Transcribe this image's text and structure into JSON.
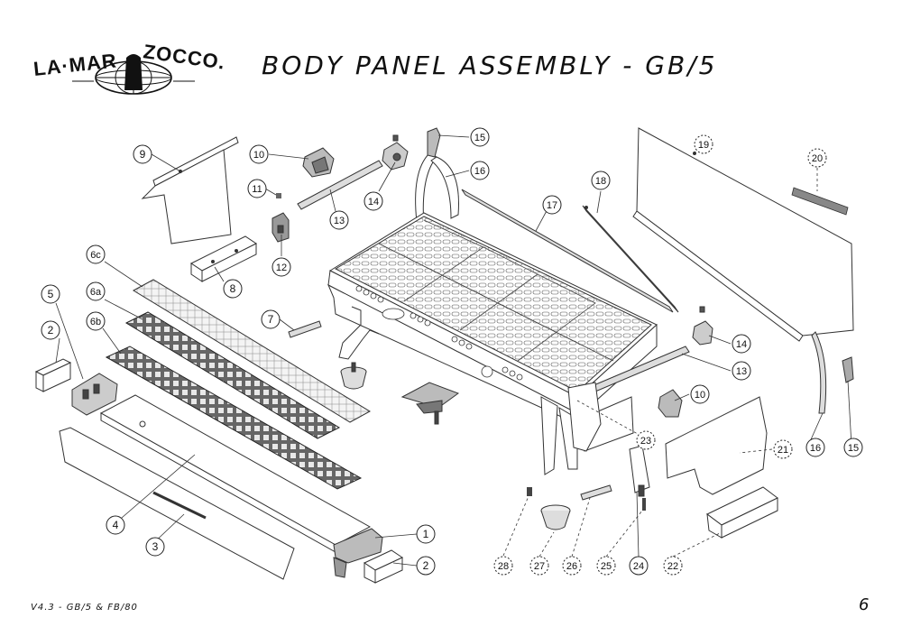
{
  "header": {
    "logo_text": "LA·MARZOCCO.",
    "title": "BODY PANEL ASSEMBLY - GB/5"
  },
  "footer": {
    "version": "V4.3 - GB/5 & FB/80",
    "page_number": "6"
  },
  "callouts": [
    {
      "id": "c9",
      "label": "9",
      "style": "solid"
    },
    {
      "id": "c10a",
      "label": "10",
      "style": "solid"
    },
    {
      "id": "c11",
      "label": "11",
      "style": "solid"
    },
    {
      "id": "c12",
      "label": "12",
      "style": "solid"
    },
    {
      "id": "c13a",
      "label": "13",
      "style": "solid"
    },
    {
      "id": "c14a",
      "label": "14",
      "style": "solid"
    },
    {
      "id": "c15a",
      "label": "15",
      "style": "solid"
    },
    {
      "id": "c16a",
      "label": "16",
      "style": "solid"
    },
    {
      "id": "c17",
      "label": "17",
      "style": "solid"
    },
    {
      "id": "c18",
      "label": "18",
      "style": "solid"
    },
    {
      "id": "c19",
      "label": "19",
      "style": "dashed"
    },
    {
      "id": "c20",
      "label": "20",
      "style": "dashed"
    },
    {
      "id": "c6c",
      "label": "6c",
      "style": "solid"
    },
    {
      "id": "c8",
      "label": "8",
      "style": "solid"
    },
    {
      "id": "c5",
      "label": "5",
      "style": "solid"
    },
    {
      "id": "c6a",
      "label": "6a",
      "style": "solid"
    },
    {
      "id": "c7",
      "label": "7",
      "style": "solid"
    },
    {
      "id": "c2a",
      "label": "2",
      "style": "solid"
    },
    {
      "id": "c6b",
      "label": "6b",
      "style": "solid"
    },
    {
      "id": "c14b",
      "label": "14",
      "style": "solid"
    },
    {
      "id": "c13b",
      "label": "13",
      "style": "solid"
    },
    {
      "id": "c10b",
      "label": "10",
      "style": "solid"
    },
    {
      "id": "c23",
      "label": "23",
      "style": "dashed"
    },
    {
      "id": "c21",
      "label": "21",
      "style": "dashed"
    },
    {
      "id": "c16b",
      "label": "16",
      "style": "solid"
    },
    {
      "id": "c15b",
      "label": "15",
      "style": "solid"
    },
    {
      "id": "c4",
      "label": "4",
      "style": "solid"
    },
    {
      "id": "c3",
      "label": "3",
      "style": "solid"
    },
    {
      "id": "c1",
      "label": "1",
      "style": "solid"
    },
    {
      "id": "c2b",
      "label": "2",
      "style": "solid"
    },
    {
      "id": "c28",
      "label": "28",
      "style": "dashed"
    },
    {
      "id": "c27",
      "label": "27",
      "style": "dashed"
    },
    {
      "id": "c26",
      "label": "26",
      "style": "dashed"
    },
    {
      "id": "c25",
      "label": "25",
      "style": "dashed"
    },
    {
      "id": "c24",
      "label": "24",
      "style": "solid"
    },
    {
      "id": "c22",
      "label": "22",
      "style": "dashed"
    }
  ]
}
